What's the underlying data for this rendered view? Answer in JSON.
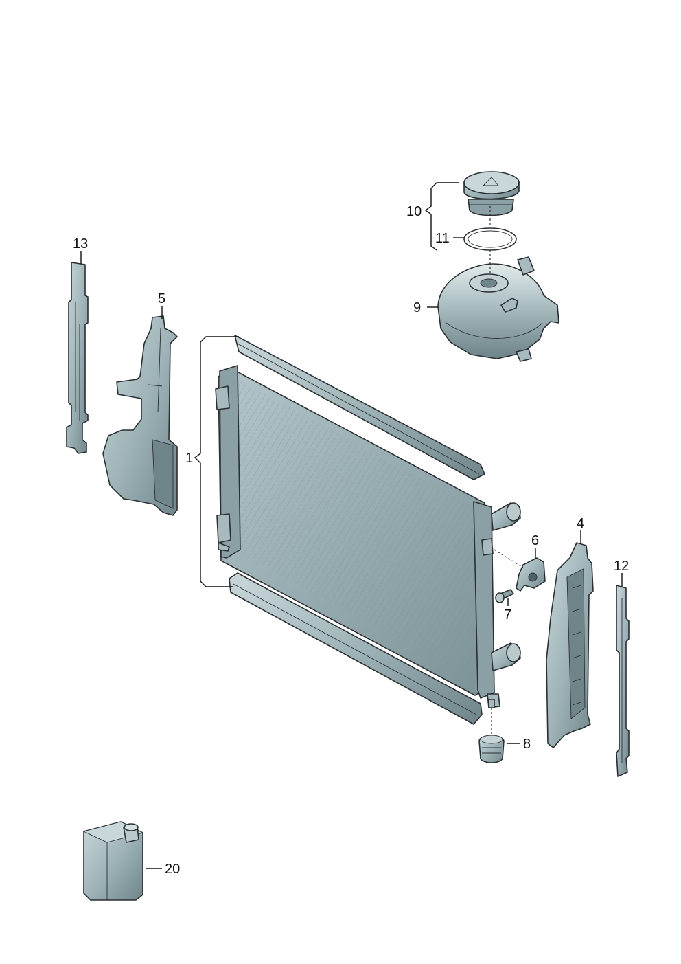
{
  "diagram": {
    "colors": {
      "part_fill": "#9fb4b8",
      "part_dark": "#5f7478",
      "part_light": "#d4e0e2",
      "outline": "#2a2f33",
      "background": "#ffffff"
    },
    "callouts": {
      "radiator": "1",
      "air_guide_right": "4",
      "air_guide_left": "5",
      "bracket": "6",
      "screw": "7",
      "rubber_mount": "8",
      "expansion_tank": "9",
      "cap": "10",
      "seal_ring": "11",
      "seal_strip_right": "12",
      "seal_strip_left": "13",
      "coolant_bottle": "20"
    }
  }
}
